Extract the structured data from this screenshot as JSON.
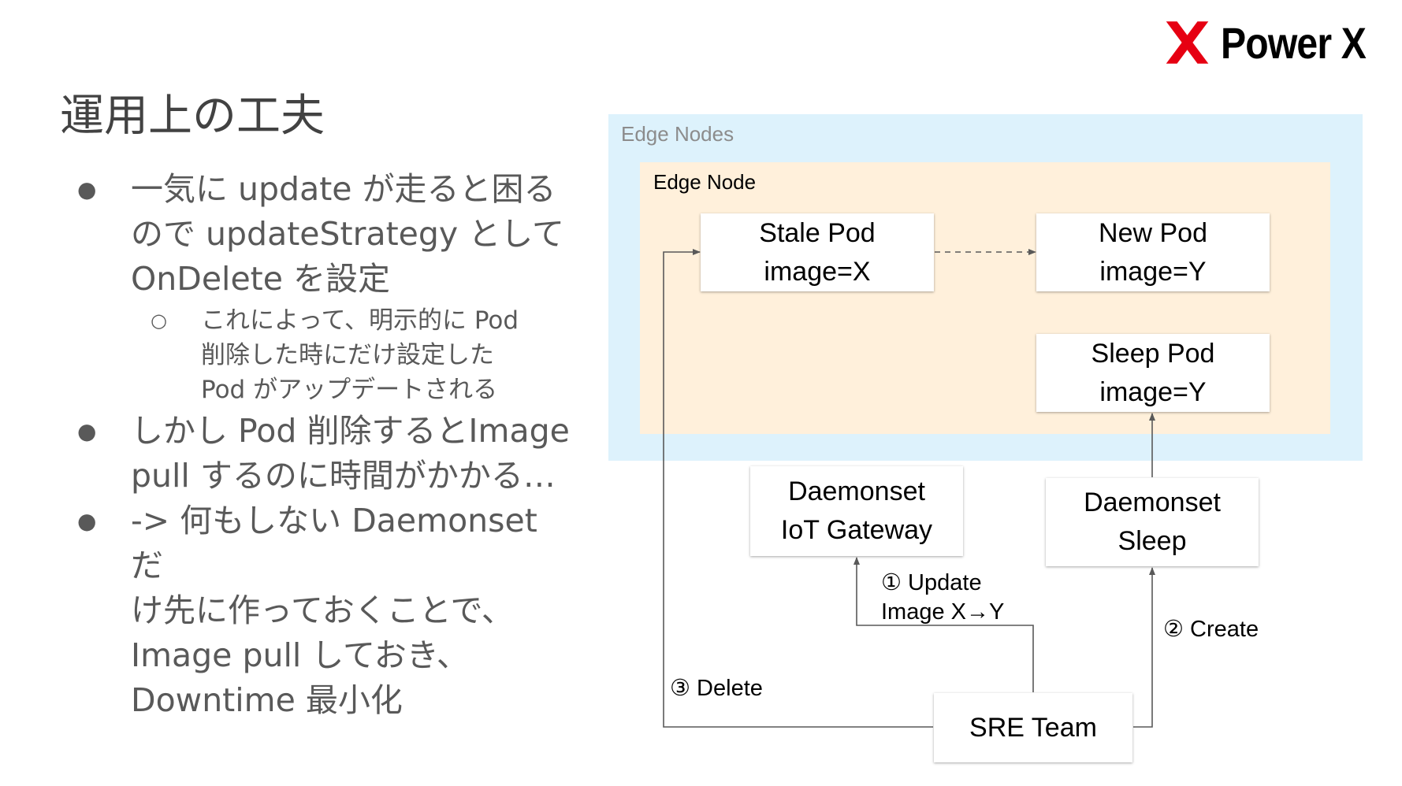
{
  "brand": {
    "logo_text": "Power X",
    "accent": "#e60012"
  },
  "slide": {
    "title": "運用上の工夫"
  },
  "bullets": [
    {
      "level": 1,
      "text": "一気に update が走ると困るので updateStrategy として OnDelete を設定"
    },
    {
      "level": 2,
      "text": "これによって、明示的に Pod 削除した時にだけ設定した Pod がアップデートされる"
    },
    {
      "level": 1,
      "text": "しかし Pod 削除するとImage pull するのに時間がかかる…"
    },
    {
      "level": 1,
      "text": "-> 何もしない Daemonset だけ先に作っておくことで、Image pull しておき、Downtime 最小化"
    }
  ],
  "bullet_lines": [
    [
      "一気に update が走ると困る",
      "ので updateStrategy として",
      "OnDelete を設定"
    ],
    [
      "これによって、明示的に Pod",
      "削除した時にだけ設定した",
      "Pod がアップデートされる"
    ],
    [
      "しかし Pod 削除するとImage",
      "pull するのに時間がかかる…"
    ],
    [
      "-> 何もしない Daemonset だ",
      "け先に作っておくことで、",
      "Image pull しておき、",
      "Downtime 最小化"
    ]
  ],
  "diagram": {
    "edge_nodes_label": "Edge Nodes",
    "edge_node_label": "Edge Node",
    "stale_pod": {
      "line1": "Stale Pod",
      "line2": "image=X"
    },
    "new_pod": {
      "line1": "New Pod",
      "line2": "image=Y"
    },
    "sleep_pod": {
      "line1": "Sleep Pod",
      "line2": "image=Y"
    },
    "ds_iot": {
      "line1": "Daemonset",
      "line2": "IoT Gateway"
    },
    "ds_sleep": {
      "line1": "Daemonset",
      "line2": "Sleep"
    },
    "sre": "SRE Team",
    "step_update": {
      "line1": "① Update",
      "line2": "Image  X→Y"
    },
    "step_create": "② Create",
    "step_delete": "③ Delete",
    "colors": {
      "outer_bg": "#ddf2fc",
      "inner_bg": "#fff0db",
      "line": "#595959"
    }
  }
}
